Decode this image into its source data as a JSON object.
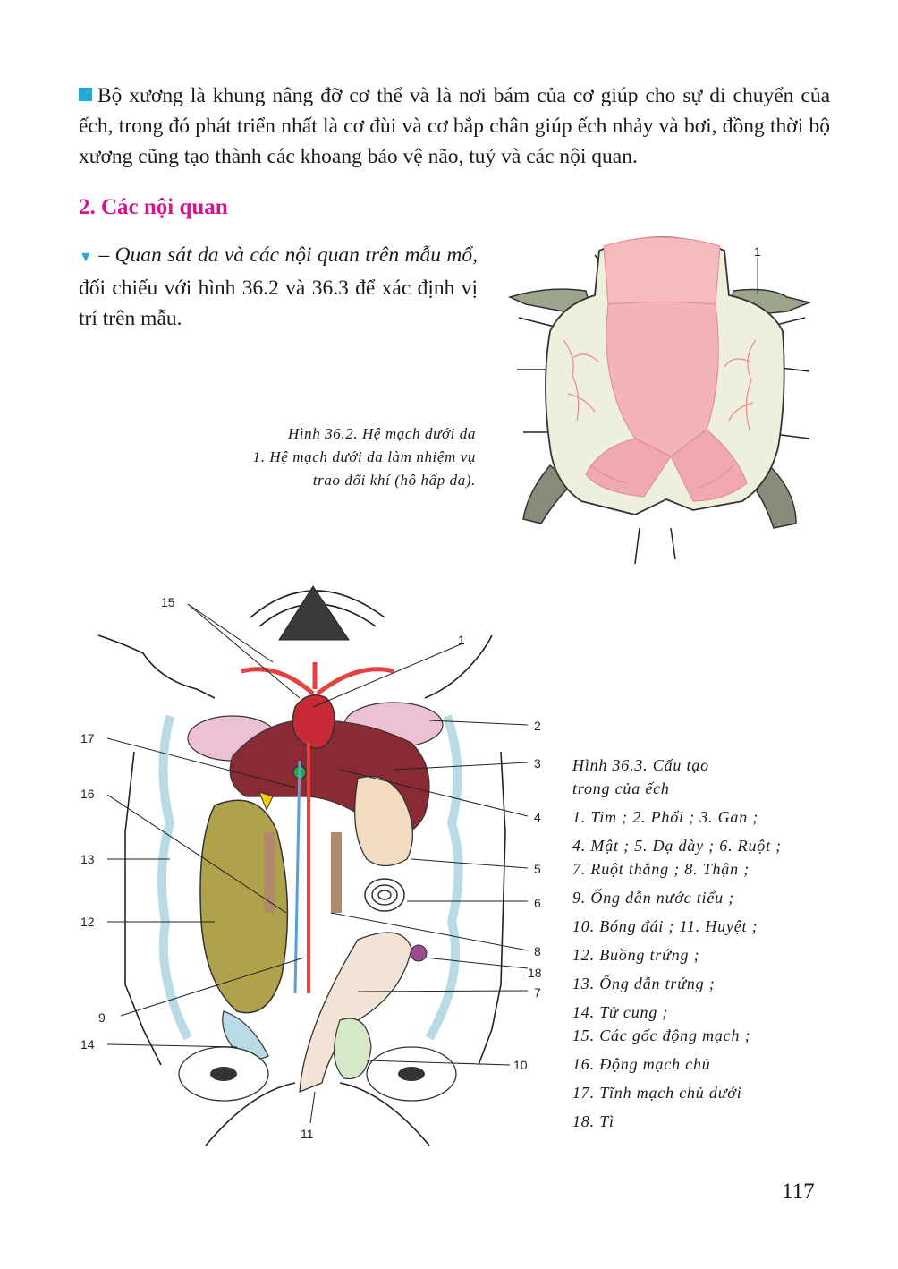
{
  "intro_paragraph": "Bộ xương là khung nâng đỡ cơ thể và là nơi bám của cơ giúp cho sự di chuyển của ếch, trong đó phát triển nhất là cơ đùi và cơ bắp chân giúp ếch nhảy và bơi, đồng thời bộ xương cũng tạo thành các khoang bảo vệ não, tuỷ và các nội quan.",
  "section_heading": "2. Các nội quan",
  "instruction": {
    "italic_part": "– Quan sát da và các nội quan trên mẫu mổ,",
    "normal_part": " đối chiếu với hình 36.2 và 36.3 để xác định vị trí trên mẫu."
  },
  "figure1": {
    "caption_lines": [
      "Hình 36.2. Hệ mạch dưới da",
      "1. Hệ mạch dưới da làm nhiệm vụ",
      "trao đổi khí (hô hấp da)."
    ],
    "label": "1"
  },
  "figure2": {
    "labels": [
      "15",
      "1",
      "2",
      "3",
      "17",
      "4",
      "16",
      "13",
      "5",
      "6",
      "12",
      "8",
      "18",
      "7",
      "9",
      "14",
      "10",
      "11"
    ]
  },
  "legend_lines": [
    "Hình 36.3. Cấu tạo",
    "trong của ếch",
    "1. Tim ; 2. Phổi ; 3. Gan ;",
    "4. Mật ; 5. Dạ dày ; 6. Ruột ;",
    "7. Ruột thẳng ; 8. Thận ;",
    "9. Ống dẫn nước tiểu ;",
    "10. Bóng đái ; 11. Huyệt ;",
    "12. Buồng trứng ;",
    "13. Ống dẫn trứng ;",
    "14. Tử cung ;",
    "15. Các gốc động mạch ;",
    "16. Động mạch chủ",
    "17. Tĩnh mạch chủ dưới",
    "18. Tì"
  ],
  "page_number": "117"
}
